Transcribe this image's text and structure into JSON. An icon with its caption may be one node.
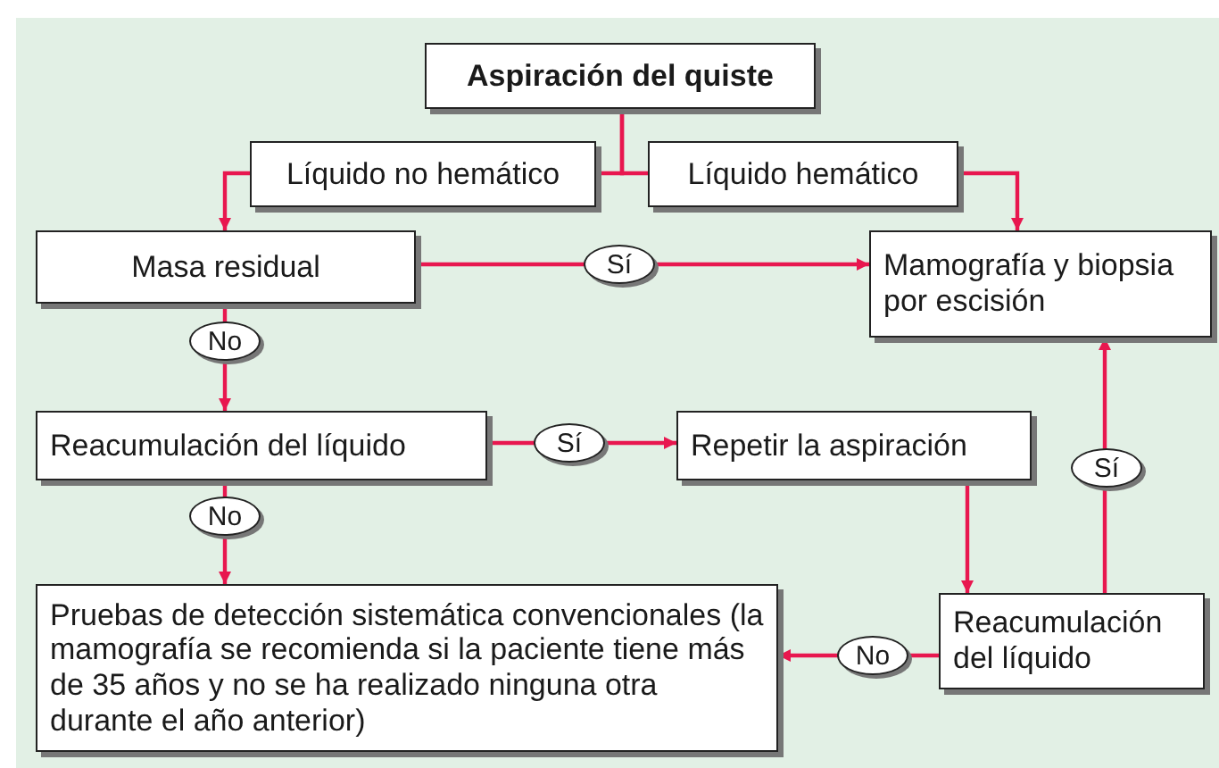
{
  "diagram": {
    "nodes": [
      {
        "text": [
          "Aspiración del quiste"
        ]
      },
      {
        "text": [
          "Líquido no hemático"
        ]
      },
      {
        "text": [
          "Líquido hemático"
        ]
      },
      {
        "text": [
          "Masa residual"
        ]
      },
      {
        "text": [
          "Mamografía y biopsia por escisión"
        ]
      },
      {
        "text": [
          "Reacumulación del líquido"
        ]
      },
      {
        "text": [
          "Repetir la aspiración"
        ]
      },
      {
        "text": [
          "Pruebas de detección sistemática convencionales (la mamografía se recomienda si la paciente tiene más de 35 años y no se ha realizado ninguna otra durante el año anterior)"
        ]
      },
      {
        "text": [
          "Reacumulación del líquido"
        ]
      }
    ],
    "edges": [
      {
        "from": 0,
        "to": 1,
        "arrow": "none"
      },
      {
        "from": 0,
        "to": 2,
        "arrow": "none"
      },
      {
        "from": 1,
        "to": 3,
        "arrow": "to"
      },
      {
        "from": 2,
        "to": 4,
        "arrow": "to"
      },
      {
        "from": 3,
        "to": 4,
        "arrow": "to",
        "label": "Sí"
      },
      {
        "from": 3,
        "to": 5,
        "arrow": "to",
        "label": "No"
      },
      {
        "from": 5,
        "to": 6,
        "arrow": "to",
        "label": "Sí"
      },
      {
        "from": 5,
        "to": 7,
        "arrow": "to",
        "label": "No"
      },
      {
        "from": 6,
        "to": 8,
        "arrow": "to"
      },
      {
        "from": 8,
        "to": 4,
        "arrow": "to",
        "label": "Sí"
      },
      {
        "from": 8,
        "to": 7,
        "arrow": "to",
        "label": "No"
      }
    ]
  }
}
